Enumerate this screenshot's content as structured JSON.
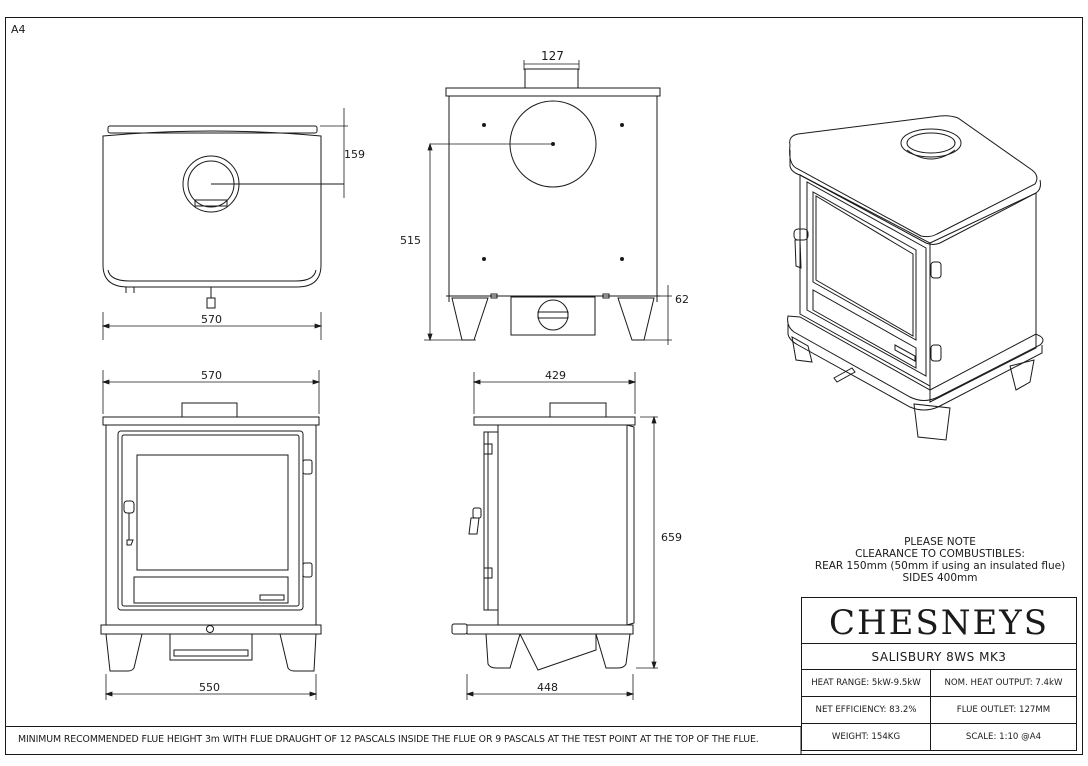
{
  "sheet_size": "A4",
  "dimensions": {
    "top_depth": "159",
    "top_width": "570",
    "rear_flue": "127",
    "rear_height": "515",
    "rear_outlet": "62",
    "front_width": "570",
    "front_base": "550",
    "side_depth": "429",
    "side_base": "448",
    "height": "659"
  },
  "note": {
    "line1": "PLEASE NOTE",
    "line2": "CLEARANCE TO COMBUSTIBLES:",
    "line3": "REAR 150mm (50mm if using an insulated flue)",
    "line4": "SIDES 400mm"
  },
  "title_block": {
    "brand": "CHESNEYS",
    "model": "SALISBURY 8WS MK3",
    "heat_range": "HEAT RANGE: 5kW-9.5kW",
    "nom_output": "NOM. HEAT OUTPUT: 7.4kW",
    "efficiency": "NET EFFICIENCY: 83.2%",
    "flue_outlet": "FLUE OUTLET: 127MM",
    "weight": "WEIGHT: 154KG",
    "scale": "SCALE: 1:10 @A4"
  },
  "footer_note": "MINIMUM RECOMMENDED FLUE HEIGHT 3m WITH FLUE DRAUGHT OF 12 PASCALS INSIDE THE FLUE OR 9 PASCALS AT THE TEST POINT AT THE TOP OF THE FLUE."
}
